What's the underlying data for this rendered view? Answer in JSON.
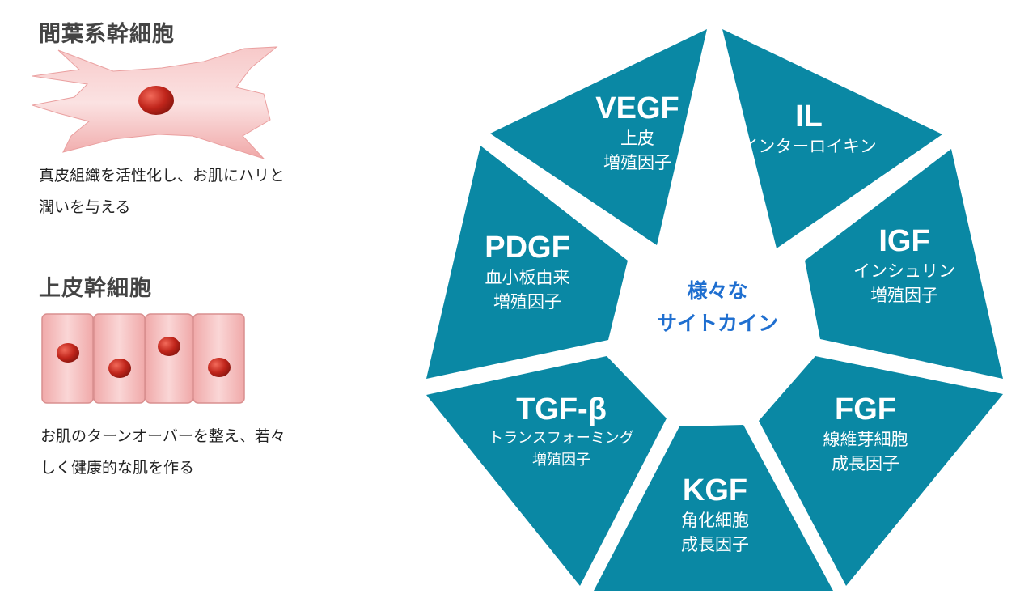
{
  "left": {
    "mesenchymal": {
      "title": "間葉系幹細胞",
      "desc_line1": "真皮組織を活性化し、お肌にハリと",
      "desc_line2": "潤いを与える"
    },
    "epidermal": {
      "title": "上皮幹細胞",
      "desc_line1": "お肌のターンオーバーを整え、若々",
      "desc_line2": "しく健康的な肌を作る"
    }
  },
  "diagram": {
    "center_line1": "様々な",
    "center_line2": "サイトカイン",
    "segments": [
      {
        "title": "VEGF",
        "sub1": "上皮",
        "sub2": "増殖因子"
      },
      {
        "title": "IL",
        "sub1": "インターロイキン",
        "sub2": ""
      },
      {
        "title": "IGF",
        "sub1": "インシュリン",
        "sub2": "増殖因子"
      },
      {
        "title": "FGF",
        "sub1": "線維芽細胞",
        "sub2": "成長因子"
      },
      {
        "title": "KGF",
        "sub1": "角化細胞",
        "sub2": "成長因子"
      },
      {
        "title": "TGF-β",
        "sub1": "トランスフォーミング",
        "sub2": "増殖因子"
      },
      {
        "title": "PDGF",
        "sub1": "血小板由来",
        "sub2": "増殖因子"
      }
    ]
  },
  "colors": {
    "segment_fill": "#0a88a4",
    "center_text": "#1f6fd0",
    "cell_fill": "#f3b6b6",
    "nucleus": "#c0251b"
  }
}
